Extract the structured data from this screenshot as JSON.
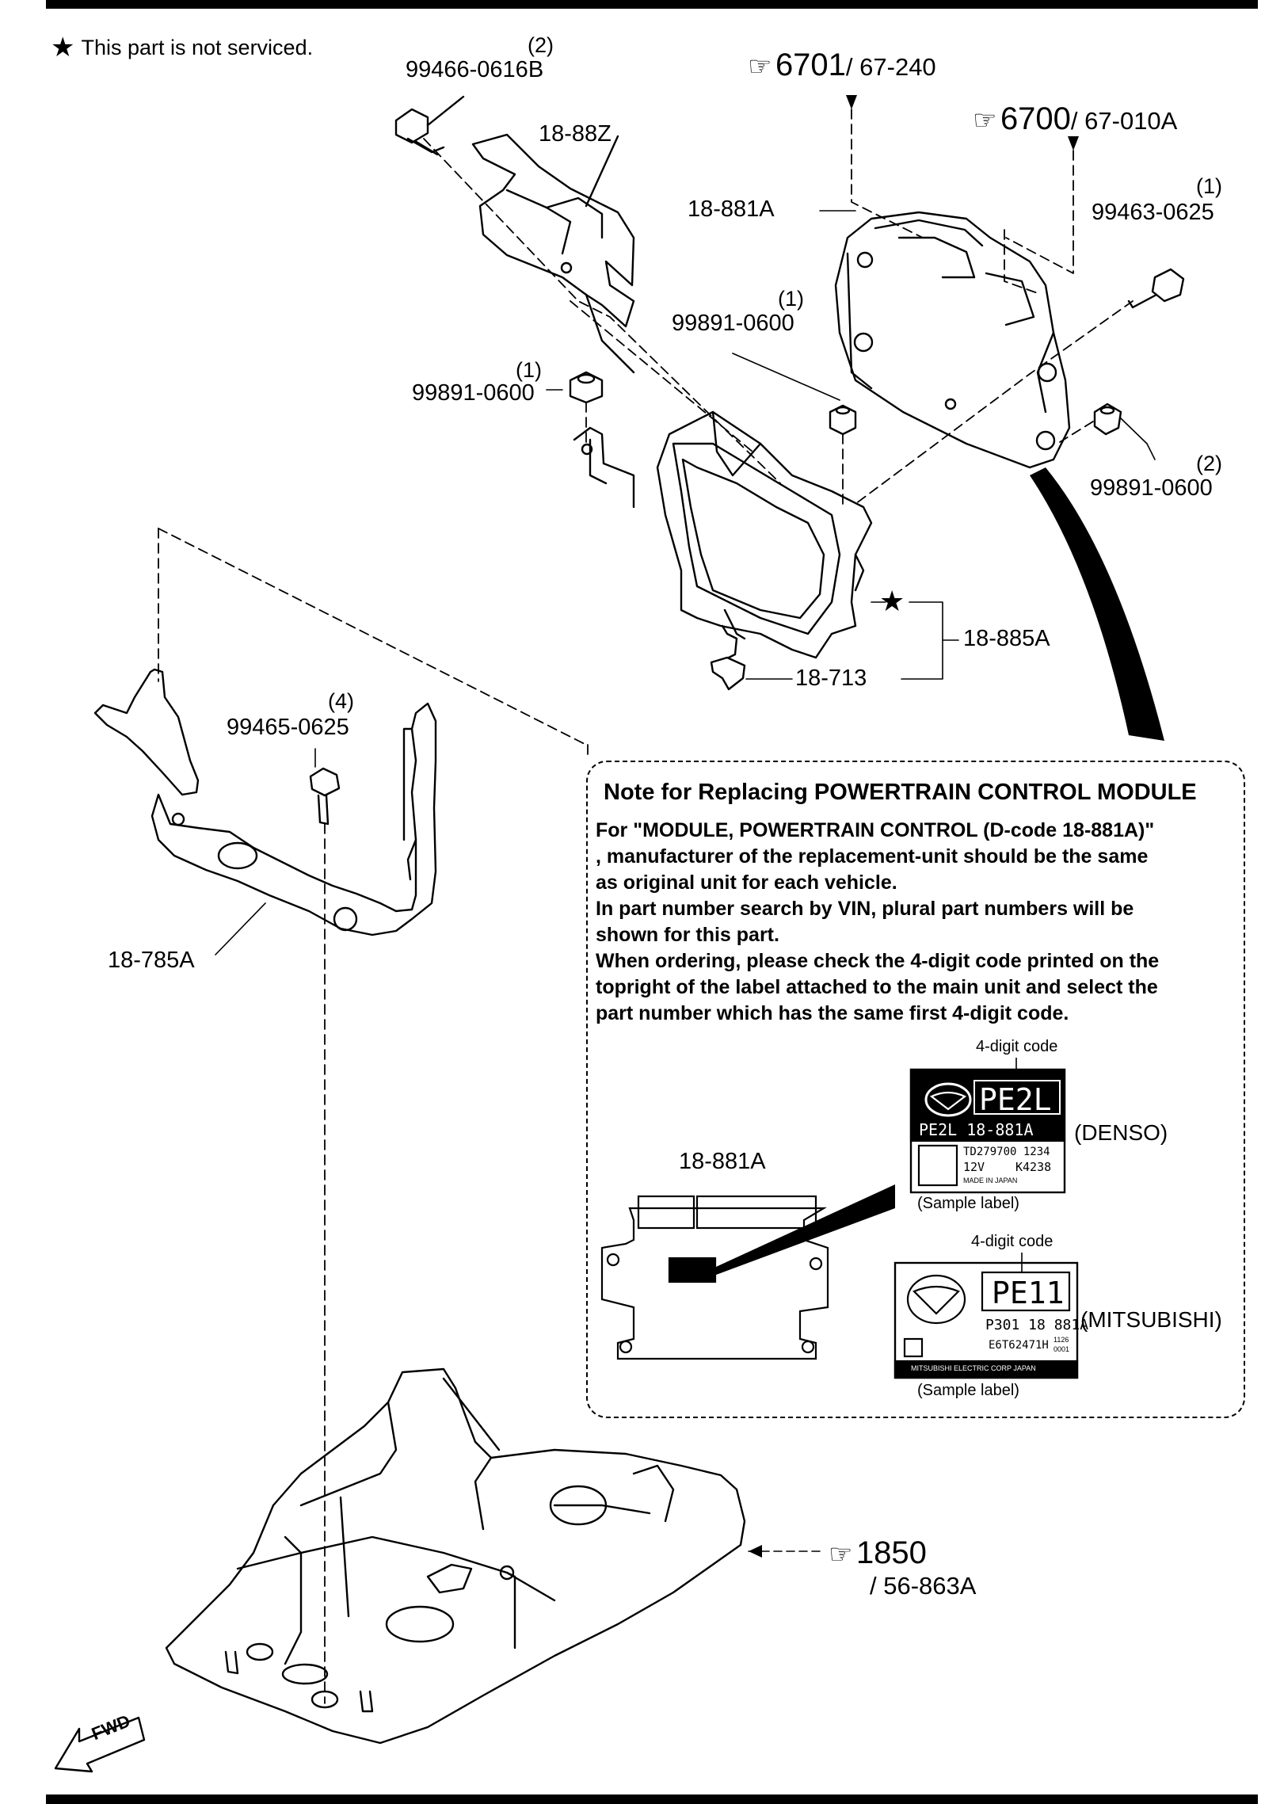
{
  "legend": {
    "star_symbol": "★",
    "text": "This part is not serviced."
  },
  "parts": {
    "bolt_top": {
      "qty": "(2)",
      "number": "99466-0616B"
    },
    "bracket_top": {
      "number": "18-88Z"
    },
    "pcm": {
      "number": "18-881A"
    },
    "bolt_right": {
      "qty": "(1)",
      "number": "99463-0625"
    },
    "nut_center": {
      "qty": "(1)",
      "number": "99891-0600"
    },
    "nut_left": {
      "qty": "(1)",
      "number": "99891-0600"
    },
    "nut_right": {
      "qty": "(2)",
      "number": "99891-0600"
    },
    "case": {
      "number": "18-885A",
      "star": "★"
    },
    "clip": {
      "number": "18-713"
    },
    "bolt_bracket": {
      "qty": "(4)",
      "number": "99465-0625"
    },
    "bracket_lower": {
      "number": "18-785A"
    }
  },
  "references": {
    "ref1": {
      "icon": "☞",
      "main": "6701",
      "sub": "/ 67-240"
    },
    "ref2": {
      "icon": "☞",
      "main": "6700",
      "sub": "/ 67-010A"
    },
    "ref3": {
      "icon": "☞",
      "main": "1850",
      "sub": "/ 56-863A"
    }
  },
  "note": {
    "title": "Note for Replacing POWERTRAIN CONTROL MODULE",
    "lines": [
      "For \"MODULE, POWERTRAIN CONTROL (D-code 18-881A)\"",
      ", manufacturer of the replacement-unit should be the same",
      "as original unit for each vehicle.",
      "In part number search by VIN, plural part numbers will be",
      "shown for this part.",
      "When ordering, please check the 4-digit code printed on the",
      "topright of the label attached to the main unit and select the",
      "part number which has the same first 4-digit code."
    ],
    "unit_label": "18-881A",
    "denso": {
      "caption_top": "4-digit code",
      "code": "PE2L",
      "line2": "PE2L  18-881A",
      "line3": "TD279700 1234",
      "line4_a": "12V",
      "line4_b": "K4238",
      "line5": "MADE   IN   JAPAN",
      "brand": "(DENSO)",
      "caption_bottom": "(Sample label)"
    },
    "mitsubishi": {
      "caption_top": "4-digit code",
      "code": "PE11",
      "line2": "P301  18 881A",
      "line3": "E6T62471H",
      "line3_b": "1126",
      "line3_c": "0001",
      "line4": "MITSUBISHI ELECTRIC CORP JAPAN",
      "brand": "(MITSUBISHI)",
      "caption_bottom": "(Sample label)"
    }
  },
  "fwd_label": "FWD"
}
